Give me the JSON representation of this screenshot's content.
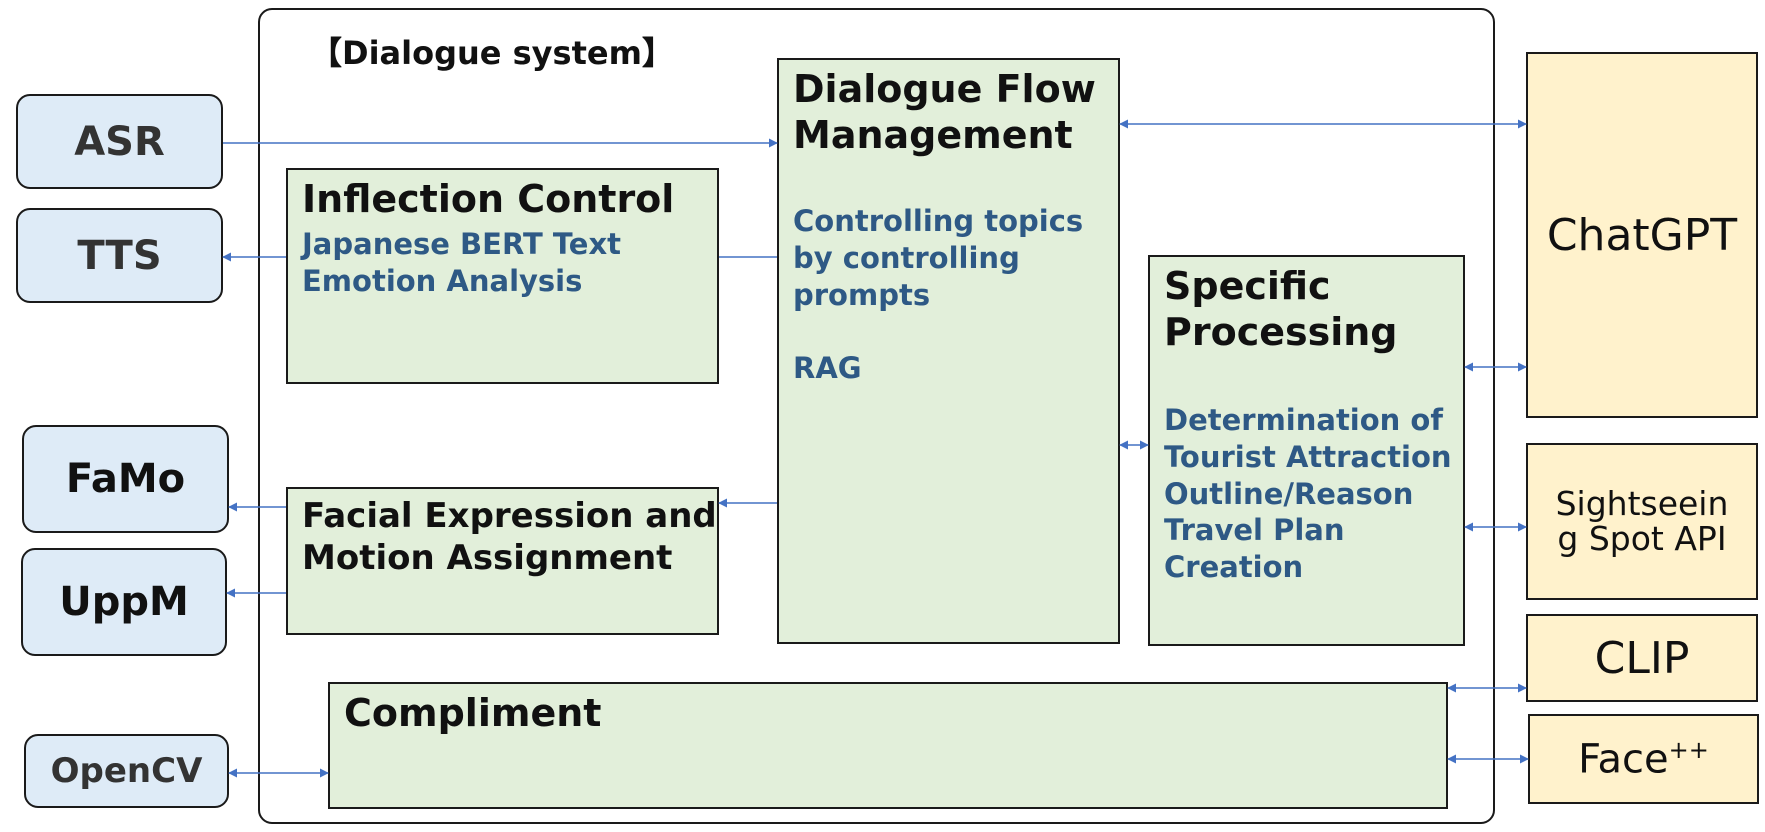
{
  "system": {
    "frame_label": "【Dialogue system】"
  },
  "external_left": {
    "asr": "ASR",
    "tts": "TTS",
    "famo": "FaMo",
    "uppm": "UppM",
    "opencv": "OpenCV"
  },
  "external_right": {
    "chatgpt": "ChatGPT",
    "sightseeing": "Sightseein\ng Spot API",
    "clip": "CLIP",
    "face_base": "Face",
    "face_sup": "++"
  },
  "modules": {
    "inflection": {
      "title": "Inflection Control",
      "desc": "Japanese BERT Text\nEmotion Analysis"
    },
    "dialogue_flow": {
      "title": "Dialogue Flow\nManagement",
      "desc": "Controlling topics\nby controlling\nprompts\n\nRAG"
    },
    "specific": {
      "title": "Specific\nProcessing",
      "desc": "Determination of\nTourist Attraction\nOutline/Reason\nTravel Plan\nCreation"
    },
    "facial": {
      "title": "Facial Expression and\nMotion Assignment"
    },
    "compliment": {
      "title": "Compliment"
    }
  },
  "colors": {
    "external_left_fill": "#deebf7",
    "external_right_fill": "#fff2cc",
    "module_fill": "#e2efda",
    "description_text": "#2e5985",
    "connector": "#4472c4"
  }
}
